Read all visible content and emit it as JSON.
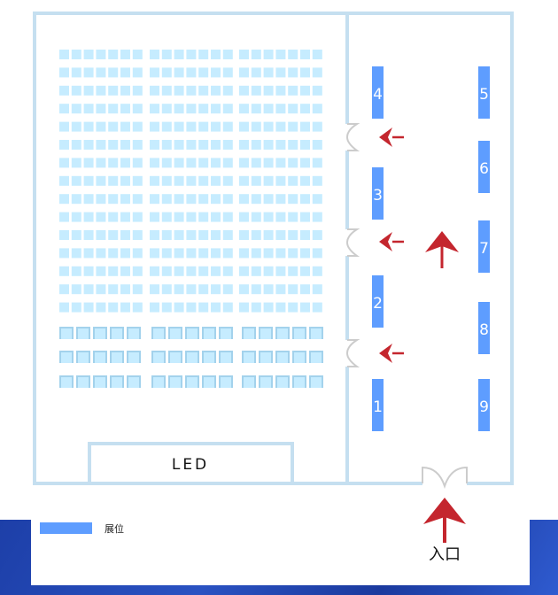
{
  "led_label": "LED",
  "booths": [
    {
      "number": "1",
      "side": "left"
    },
    {
      "number": "2",
      "side": "left"
    },
    {
      "number": "3",
      "side": "left"
    },
    {
      "number": "4",
      "side": "left"
    },
    {
      "number": "5",
      "side": "right"
    },
    {
      "number": "6",
      "side": "right"
    },
    {
      "number": "7",
      "side": "right"
    },
    {
      "number": "8",
      "side": "right"
    },
    {
      "number": "9",
      "side": "right"
    }
  ],
  "legend": {
    "label": "展位"
  },
  "entrance_label": "入口",
  "colors": {
    "wall": "#c5dff0",
    "seat": "#c6ecff",
    "chair_frame": "#a3d2ec",
    "booth": "#5e9dff",
    "arrow": "#c4262e",
    "door": "#cccccc"
  }
}
